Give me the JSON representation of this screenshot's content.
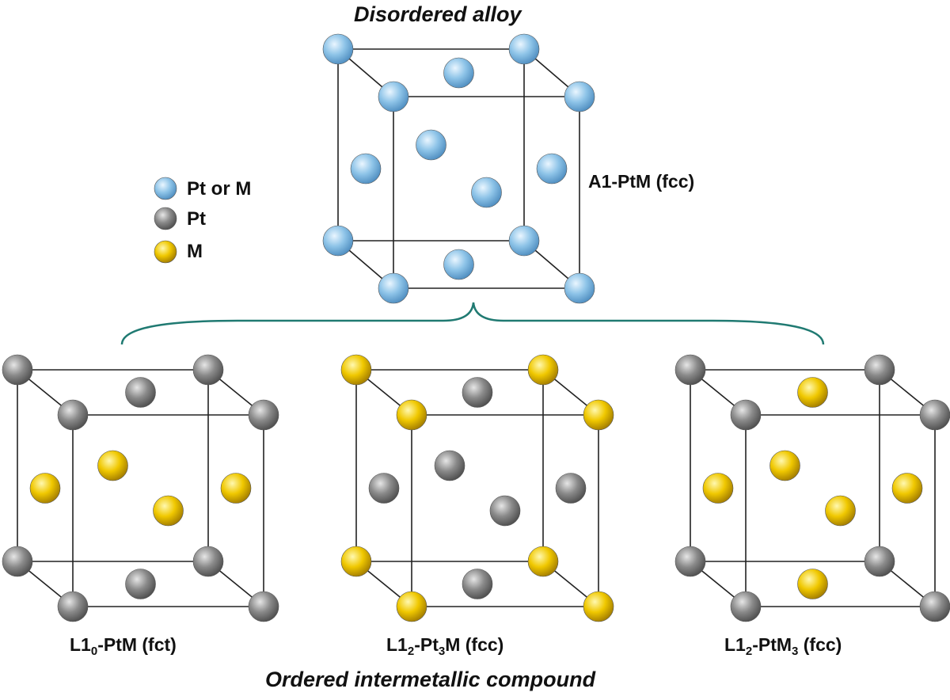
{
  "title_top": "Disordered alloy",
  "title_bottom": "Ordered  intermetallic compound",
  "colors": {
    "mixed": "#8ec4e8",
    "pt": "#8a8a8a",
    "m": "#f0c800",
    "bracket": "#207a72",
    "edge": "#222222"
  },
  "legend": [
    {
      "key": "mixed",
      "label": "Pt or M"
    },
    {
      "key": "pt",
      "label": "Pt"
    },
    {
      "key": "m",
      "label": "M"
    }
  ],
  "cells": [
    {
      "id": "a1",
      "label": {
        "pre": "A1-PtM (fcc)",
        "sub": "",
        "mid": "",
        "sub2": "",
        "post": ""
      },
      "corners": "mixed",
      "faces_top_bottom": "mixed",
      "faces_side": "mixed"
    },
    {
      "id": "l10",
      "label": {
        "pre": "L1",
        "sub": "0",
        "mid": "-PtM (fct)",
        "sub2": "",
        "post": ""
      },
      "corners": "pt",
      "faces_top_bottom": "pt",
      "faces_side": "m"
    },
    {
      "id": "l12-pt3m",
      "label": {
        "pre": "L1",
        "sub": "2",
        "mid": "-Pt",
        "sub2": "3",
        "post": "M (fcc)"
      },
      "corners": "m",
      "faces_top_bottom": "pt",
      "faces_side": "pt"
    },
    {
      "id": "l12-ptm3",
      "label": {
        "pre": "L1",
        "sub": "2",
        "mid": "-PtM",
        "sub2": "3",
        "post": " (fcc)"
      },
      "corners": "pt",
      "faces_top_bottom": "m",
      "faces_side": "m"
    }
  ]
}
